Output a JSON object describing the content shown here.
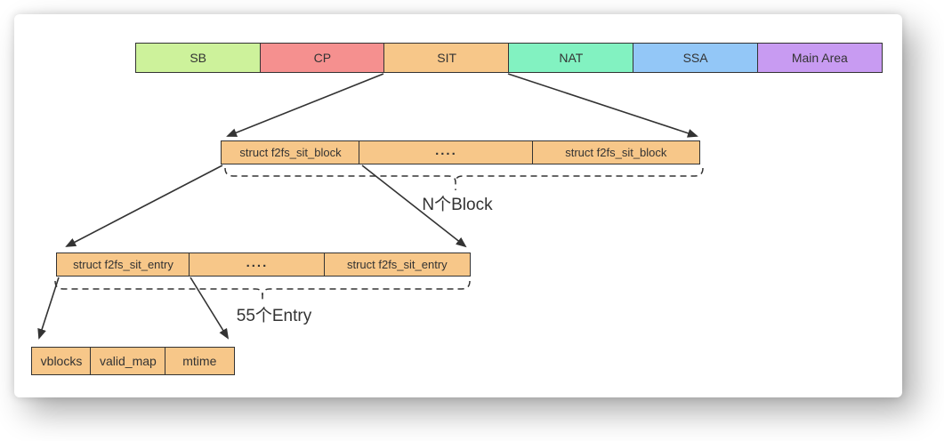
{
  "diagram": {
    "top_row": {
      "segments": [
        {
          "label": "SB",
          "fill": "#cdf29b"
        },
        {
          "label": "CP",
          "fill": "#f5908f"
        },
        {
          "label": "SIT",
          "fill": "#f7c789"
        },
        {
          "label": "NAT",
          "fill": "#82f2c1"
        },
        {
          "label": "SSA",
          "fill": "#93c7f7"
        },
        {
          "label": "Main Area",
          "fill": "#c89bf2"
        }
      ]
    },
    "sit_block_row": {
      "cells": [
        "struct f2fs_sit_block",
        "....",
        "struct f2fs_sit_block"
      ]
    },
    "block_count_label": "N个Block",
    "sit_entry_row": {
      "cells": [
        "struct f2fs_sit_entry",
        "....",
        "struct f2fs_sit_entry"
      ]
    },
    "entry_count_label": "55个Entry",
    "entry_fields_row": {
      "cells": [
        "vblocks",
        "valid_map",
        "mtime"
      ]
    },
    "colors": {
      "struct_fill": "#f7c789",
      "line": "#333333",
      "text": "#333333"
    }
  }
}
